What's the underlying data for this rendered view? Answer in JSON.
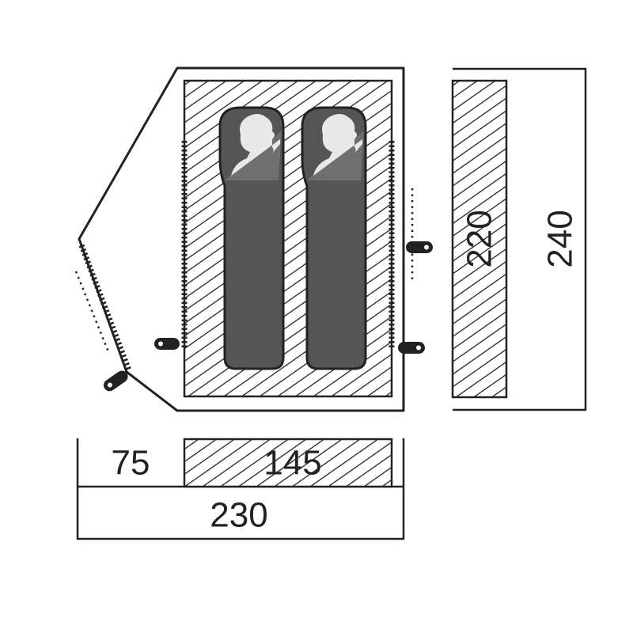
{
  "colors": {
    "ink": "#222222",
    "bag": "#555555",
    "bag_hood": "#6f6f6f",
    "person_fill": "#e8e8e8",
    "background": "#ffffff"
  },
  "dimensions": {
    "vestibule_depth": "75",
    "inner_depth": "145",
    "total_depth": "230",
    "inner_length": "220",
    "total_length": "240"
  },
  "icons": {
    "sleeping_bag": "sleeping-bag-icon",
    "peg": "tent-peg-icon",
    "person": "person-silhouette-icon"
  }
}
